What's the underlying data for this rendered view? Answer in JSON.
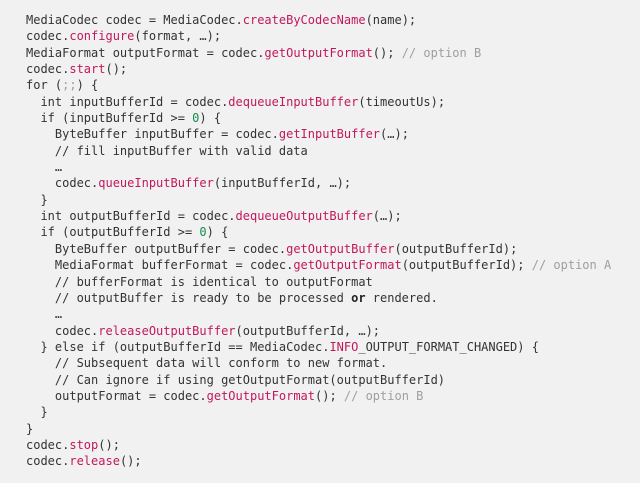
{
  "code": {
    "lines": [
      [
        {
          "t": "MediaCodec codec = MediaCodec."
        },
        {
          "t": "createByCodecName",
          "s": "m"
        },
        {
          "t": "(name);"
        }
      ],
      [
        {
          "t": "codec."
        },
        {
          "t": "configure",
          "s": "m"
        },
        {
          "t": "(format, …);"
        }
      ],
      [
        {
          "t": "MediaFormat outputFormat = codec."
        },
        {
          "t": "getOutputFormat",
          "s": "m"
        },
        {
          "t": "(); "
        },
        {
          "t": "// option B",
          "s": "c"
        }
      ],
      [
        {
          "t": "codec."
        },
        {
          "t": "start",
          "s": "m"
        },
        {
          "t": "();"
        }
      ],
      [
        {
          "t": "for ("
        },
        {
          "t": ";;",
          "s": "p"
        },
        {
          "t": ") {"
        }
      ],
      [
        {
          "t": "  int inputBufferId = codec."
        },
        {
          "t": "dequeueInputBuffer",
          "s": "m"
        },
        {
          "t": "(timeoutUs);"
        }
      ],
      [
        {
          "t": "  if (inputBufferId >= "
        },
        {
          "t": "0",
          "s": "n"
        },
        {
          "t": ") {"
        }
      ],
      [
        {
          "t": "    ByteBuffer inputBuffer = codec."
        },
        {
          "t": "getInputBuffer",
          "s": "m"
        },
        {
          "t": "(…);"
        }
      ],
      [
        {
          "t": "    // fill inputBuffer with valid data"
        }
      ],
      [
        {
          "t": "    …"
        }
      ],
      [
        {
          "t": "    codec."
        },
        {
          "t": "queueInputBuffer",
          "s": "m"
        },
        {
          "t": "(inputBufferId, …);"
        }
      ],
      [
        {
          "t": "  }"
        }
      ],
      [
        {
          "t": "  int outputBufferId = codec."
        },
        {
          "t": "dequeueOutputBuffer",
          "s": "m"
        },
        {
          "t": "(…);"
        }
      ],
      [
        {
          "t": "  if (outputBufferId >= "
        },
        {
          "t": "0",
          "s": "n"
        },
        {
          "t": ") {"
        }
      ],
      [
        {
          "t": "    ByteBuffer outputBuffer = codec."
        },
        {
          "t": "getOutputBuffer",
          "s": "m"
        },
        {
          "t": "(outputBufferId);"
        }
      ],
      [
        {
          "t": "    MediaFormat bufferFormat = codec."
        },
        {
          "t": "getOutputFormat",
          "s": "m"
        },
        {
          "t": "(outputBufferId); "
        },
        {
          "t": "// option A",
          "s": "c"
        }
      ],
      [
        {
          "t": "    // bufferFormat is identical to outputFormat"
        }
      ],
      [
        {
          "t": "    // outputBuffer is ready to be processed "
        },
        {
          "t": "or",
          "s": "k"
        },
        {
          "t": " rendered."
        }
      ],
      [
        {
          "t": "    …"
        }
      ],
      [
        {
          "t": "    codec."
        },
        {
          "t": "releaseOutputBuffer",
          "s": "m"
        },
        {
          "t": "(outputBufferId, …);"
        }
      ],
      [
        {
          "t": "  } else if (outputBufferId == MediaCodec."
        },
        {
          "t": "INFO",
          "s": "m"
        },
        {
          "t": "_OUTPUT_FORMAT_CHANGED) {"
        }
      ],
      [
        {
          "t": "    // Subsequent data will conform to new format."
        }
      ],
      [
        {
          "t": "    // Can ignore if using getOutputFormat(outputBufferId)"
        }
      ],
      [
        {
          "t": "    outputFormat = codec."
        },
        {
          "t": "getOutputFormat",
          "s": "m"
        },
        {
          "t": "(); "
        },
        {
          "t": "// option B",
          "s": "c"
        }
      ],
      [
        {
          "t": "  }"
        }
      ],
      [
        {
          "t": "}"
        }
      ],
      [
        {
          "t": "codec."
        },
        {
          "t": "stop",
          "s": "m"
        },
        {
          "t": "();"
        }
      ],
      [
        {
          "t": "codec."
        },
        {
          "t": "release",
          "s": "m"
        },
        {
          "t": "();"
        }
      ]
    ]
  }
}
